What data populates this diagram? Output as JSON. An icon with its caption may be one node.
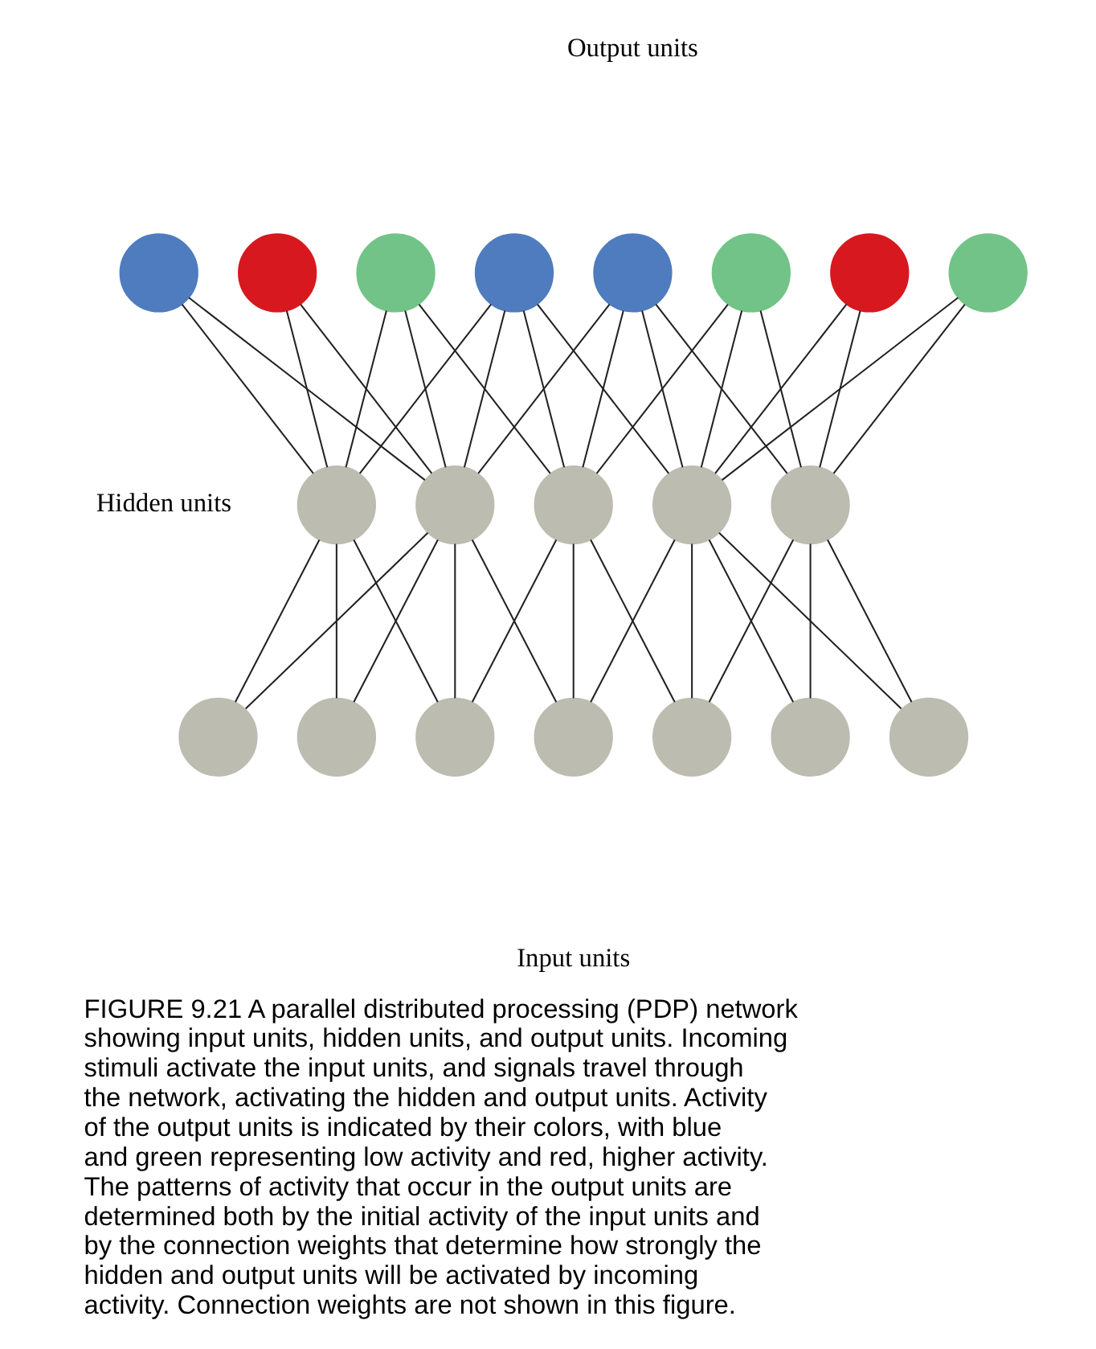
{
  "diagram": {
    "caption": "FIGURE 9.21 A parallel distributed processing (PDP) network showing input units, hidden units, and output units. Incoming stimuli activate the input units, and signals travel through the network, activating the hidden and output units. Activity of the output units is indicated by their colors, with blue and green representing low activity and red, higher activity. The patterns of activity that occur in the output units are determined both by the initial activity of the input units and by the connection weights that determine how strongly the hidden and output units will be activated by incoming activity. Connection weights are not shown in this figure.",
    "nodes": [
      {
        "text": [],
        "shape": "circle"
      },
      {
        "text": [],
        "shape": "circle"
      },
      {
        "text": [],
        "shape": "circle"
      },
      {
        "text": [],
        "shape": "circle"
      },
      {
        "text": [],
        "shape": "circle"
      },
      {
        "text": [],
        "shape": "circle"
      },
      {
        "text": [],
        "shape": "circle"
      },
      {
        "text": [],
        "shape": "circle"
      },
      {
        "text": [],
        "shape": "circle"
      },
      {
        "text": [],
        "shape": "circle"
      },
      {
        "text": [],
        "shape": "circle"
      },
      {
        "text": [],
        "shape": "circle"
      },
      {
        "text": [],
        "shape": "circle"
      },
      {
        "text": [],
        "shape": "circle"
      },
      {
        "text": [],
        "shape": "circle"
      },
      {
        "text": [],
        "shape": "circle"
      },
      {
        "text": [],
        "shape": "circle"
      },
      {
        "text": [],
        "shape": "circle"
      },
      {
        "text": [],
        "shape": "circle"
      },
      {
        "text": [],
        "shape": "circle"
      }
    ],
    "edges": [
      {
        "from": 0,
        "to": 8,
        "arrow": "none"
      },
      {
        "from": 0,
        "to": 9,
        "arrow": "none"
      },
      {
        "from": 1,
        "to": 8,
        "arrow": "none"
      },
      {
        "from": 1,
        "to": 9,
        "arrow": "none"
      },
      {
        "from": 2,
        "to": 8,
        "arrow": "none"
      },
      {
        "from": 2,
        "to": 9,
        "arrow": "none"
      },
      {
        "from": 2,
        "to": 10,
        "arrow": "none"
      },
      {
        "from": 3,
        "to": 8,
        "arrow": "none"
      },
      {
        "from": 3,
        "to": 9,
        "arrow": "none"
      },
      {
        "from": 3,
        "to": 10,
        "arrow": "none"
      },
      {
        "from": 3,
        "to": 11,
        "arrow": "none"
      },
      {
        "from": 4,
        "to": 9,
        "arrow": "none"
      },
      {
        "from": 4,
        "to": 10,
        "arrow": "none"
      },
      {
        "from": 4,
        "to": 11,
        "arrow": "none"
      },
      {
        "from": 4,
        "to": 12,
        "arrow": "none"
      },
      {
        "from": 5,
        "to": 10,
        "arrow": "none"
      },
      {
        "from": 5,
        "to": 11,
        "arrow": "none"
      },
      {
        "from": 5,
        "to": 12,
        "arrow": "none"
      },
      {
        "from": 6,
        "to": 11,
        "arrow": "none"
      },
      {
        "from": 6,
        "to": 12,
        "arrow": "none"
      },
      {
        "from": 7,
        "to": 11,
        "arrow": "none"
      },
      {
        "from": 7,
        "to": 12,
        "arrow": "none"
      },
      {
        "from": 8,
        "to": 13,
        "arrow": "none"
      },
      {
        "from": 8,
        "to": 14,
        "arrow": "none"
      },
      {
        "from": 8,
        "to": 15,
        "arrow": "none"
      },
      {
        "from": 9,
        "to": 13,
        "arrow": "none"
      },
      {
        "from": 9,
        "to": 14,
        "arrow": "none"
      },
      {
        "from": 9,
        "to": 15,
        "arrow": "none"
      },
      {
        "from": 9,
        "to": 16,
        "arrow": "none"
      },
      {
        "from": 10,
        "to": 15,
        "arrow": "none"
      },
      {
        "from": 10,
        "to": 16,
        "arrow": "none"
      },
      {
        "from": 10,
        "to": 17,
        "arrow": "none"
      },
      {
        "from": 11,
        "to": 16,
        "arrow": "none"
      },
      {
        "from": 11,
        "to": 17,
        "arrow": "none"
      },
      {
        "from": 11,
        "to": 18,
        "arrow": "none"
      },
      {
        "from": 11,
        "to": 19,
        "arrow": "none"
      },
      {
        "from": 12,
        "to": 17,
        "arrow": "none"
      },
      {
        "from": 12,
        "to": 18,
        "arrow": "none"
      },
      {
        "from": 12,
        "to": 19,
        "arrow": "none"
      }
    ],
    "labels": [
      "Output units",
      "Hidden units",
      "Input units"
    ]
  }
}
